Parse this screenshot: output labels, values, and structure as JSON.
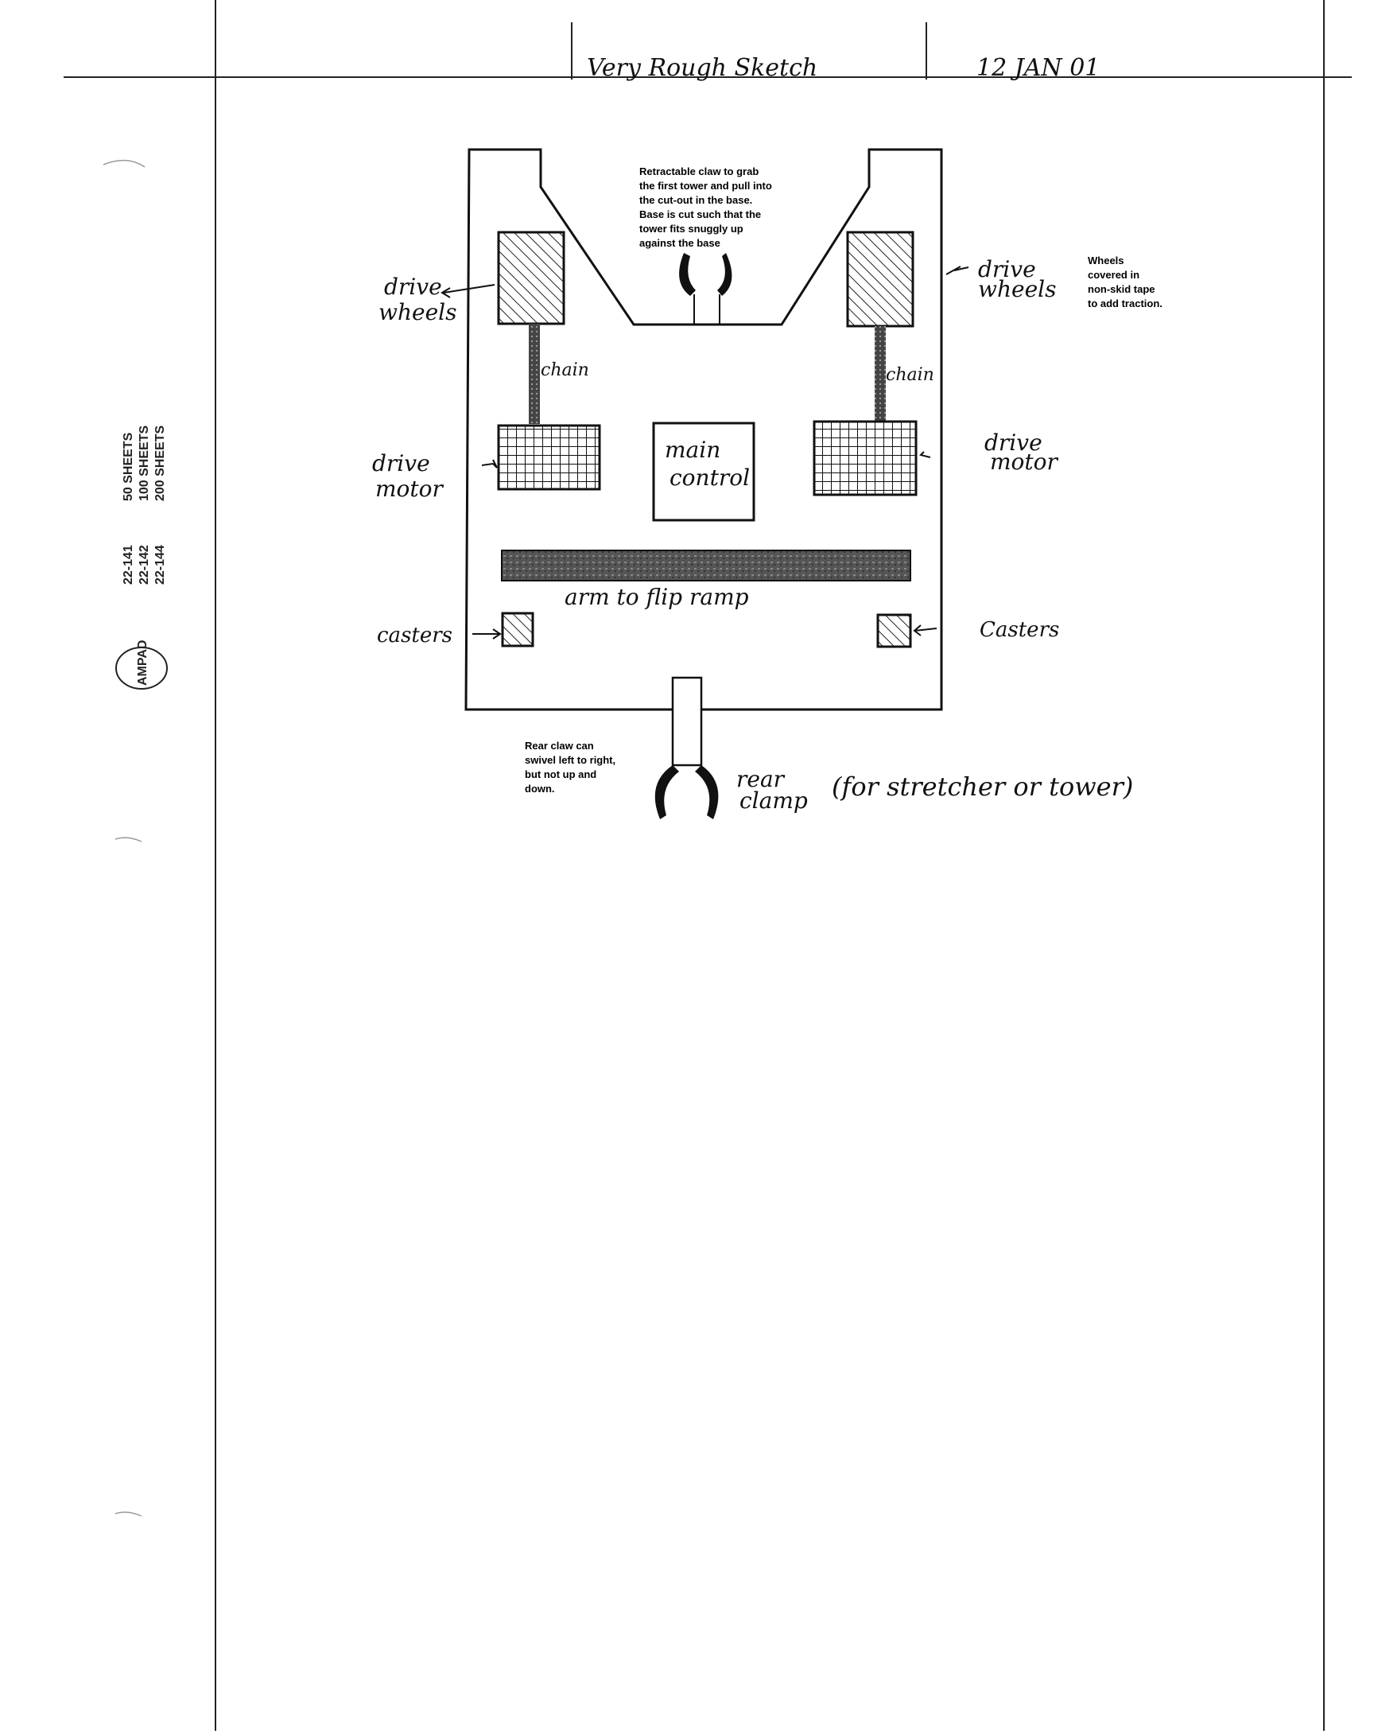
{
  "header": {
    "title": "Very Rough Sketch",
    "date": "12 JAN 01"
  },
  "pad_margin": {
    "brand": "AMPAD",
    "codes": [
      "22-141",
      "22-142",
      "22-144"
    ],
    "sheets": [
      "50 SHEETS",
      "100 SHEETS",
      "200 SHEETS"
    ]
  },
  "labels": {
    "drive_wheels_left": [
      "drive",
      "wheels"
    ],
    "drive_wheels_right": [
      "drive",
      "wheels"
    ],
    "chain_left": "chain",
    "chain_right": "chain",
    "drive_motor_left": [
      "drive",
      "motor"
    ],
    "drive_motor_right": [
      "drive",
      "motor"
    ],
    "main_control": [
      "main",
      "control"
    ],
    "arm": "arm to flip ramp",
    "casters_left": "casters",
    "casters_right": "Casters",
    "rear_clamp": [
      "rear",
      "clamp"
    ],
    "rear_clamp_note": "(for stretcher or tower)"
  },
  "notes": {
    "front_claw": [
      "Retractable claw to grab",
      "the first tower and pull into",
      "the cut-out in the base.",
      "Base is cut such that the",
      "tower fits snuggly up",
      "against the base"
    ],
    "wheels": [
      "Wheels",
      "covered in",
      "non-skid tape",
      "to add traction."
    ],
    "rear_claw": [
      "Rear claw can",
      "swivel left to right,",
      "but not up and",
      "down."
    ]
  }
}
